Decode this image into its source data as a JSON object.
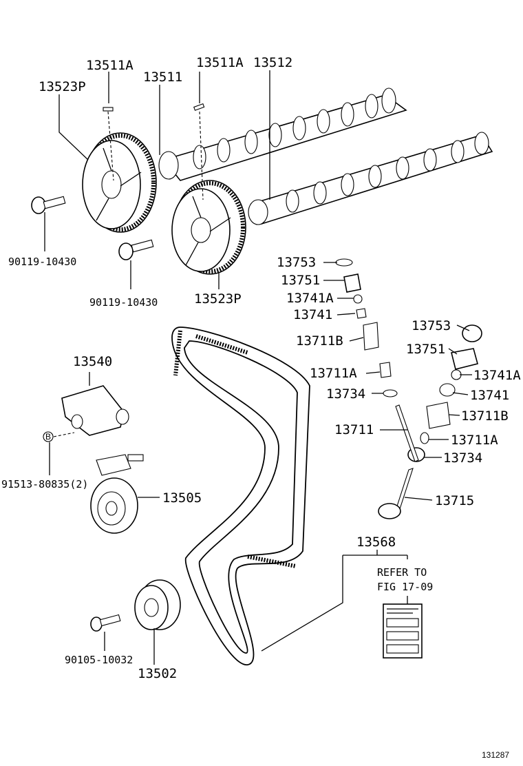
{
  "diagram": {
    "figure_id": "131287",
    "parts": {
      "p13511A_a": "13511A",
      "p13511": "13511",
      "p13511A_b": "13511A",
      "p13512": "13512",
      "p13523P_a": "13523P",
      "p13523P_b": "13523P",
      "p90119_a": "90119-10430",
      "p90119_b": "90119-10430",
      "p13753_a": "13753",
      "p13751_a": "13751",
      "p13741A_a": "13741A",
      "p13741_a": "13741",
      "p13711B_a": "13711B",
      "p13711A_a": "13711A",
      "p13734_a": "13734",
      "p13711": "13711",
      "p13753_b": "13753",
      "p13751_b": "13751",
      "p13741A_b": "13741A",
      "p13741_b": "13741",
      "p13711B_b": "13711B",
      "p13711A_b": "13711A",
      "p13734_b": "13734",
      "p13715": "13715",
      "p13540": "13540",
      "p91513": "91513-80835(2)",
      "p13505": "13505",
      "p13568": "13568",
      "p90105": "90105-10032",
      "p13502": "13502"
    },
    "refer_line1": "REFER TO",
    "refer_line2": "FIG 17-09",
    "washer_mark": "B"
  }
}
